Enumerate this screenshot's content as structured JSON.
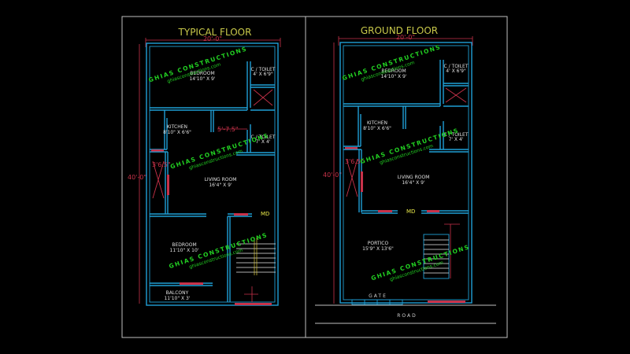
{
  "typical_floor": {
    "title": "TYPICAL FLOOR",
    "width_dim": "20'-0\"",
    "depth_dim": "40'-0\"",
    "rooms": {
      "bedroom1": {
        "name": "BEDROOM",
        "size": "14'10\" X 9'"
      },
      "toilet1": {
        "name": "C / TOILET",
        "size": "4' X 6'9\""
      },
      "kitchen": {
        "name": "KITCHEN",
        "size": "8'10\" X 6'6\""
      },
      "toilet2": {
        "name": "C / TOILET",
        "size": "7' X 4'"
      },
      "living": {
        "name": "LIVING ROOM",
        "size": "16'4\" X 9'"
      },
      "bedroom2": {
        "name": "BEDROOM",
        "size": "11'10\" X 10'"
      },
      "balcony": {
        "name": "BALCONY",
        "size": "11'10\" X 3'"
      }
    },
    "inner_dim1": "5'-7.5\"",
    "inner_dim2": "3'6.5\"",
    "md": "MD"
  },
  "ground_floor": {
    "title": "GROUND FLOOR",
    "width_dim": "20'-0\"",
    "depth_dim": "40'-0\"",
    "rooms": {
      "bedroom1": {
        "name": "BEDROOM",
        "size": "14'10\" X 9'"
      },
      "toilet1": {
        "name": "C / TOILET",
        "size": "4' X 6'9\""
      },
      "kitchen": {
        "name": "KITCHEN",
        "size": "8'10\" X 6'6\""
      },
      "toilet2": {
        "name": "C / TOILET",
        "size": "7' X 4'"
      },
      "living": {
        "name": "LIVING ROOM",
        "size": "16'4\" X 9'"
      },
      "portico": {
        "name": "PORTICO",
        "size": "15'9\" X 13'6\""
      }
    },
    "inner_dim2": "3'6.5\"",
    "md": "MD",
    "gate": "GATE",
    "road": "ROAD"
  },
  "watermark": {
    "company": "GHIAS CONSTRUCTIONS",
    "site": "ghiasconstructions.com"
  },
  "colors": {
    "walls": "#1f9fd6",
    "dimensions": "#c8324a",
    "titles": "#c9c94a",
    "watermark": "#22d022",
    "background": "#000000"
  }
}
